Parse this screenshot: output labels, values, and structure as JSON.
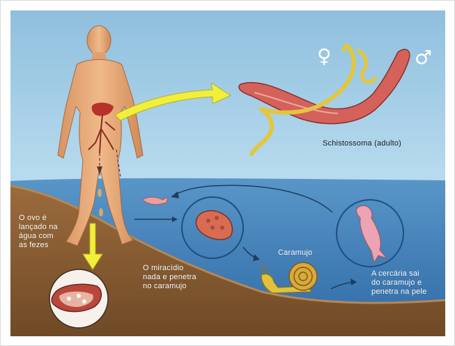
{
  "diagram": {
    "labels": {
      "adult": "Schistossoma",
      "adult_suffix": " (adulto)",
      "egg": "O ovo é\nlançado na\nágua com\nas fezes",
      "miracidium": "O miracídio\nnada e penetra\nno caramujo",
      "snail": "Caramujo",
      "cercaria": "A cercária sai\ndo caramujo e\npenetra na pele"
    },
    "symbols": {
      "female": "♀",
      "male": "♂"
    },
    "icons": [
      "female-symbol-icon",
      "male-symbol-icon",
      "arrow-icon",
      "snail-icon",
      "worm-icon",
      "egg-icon"
    ],
    "colors": {
      "sky": "#9cc8e4",
      "water": "#3d7fb9",
      "ground": "#8a5e33",
      "body": "#e7a874",
      "worm_male": "#d4625a",
      "worm_female": "#e4c63a",
      "arrow_yellow": "#f1ef3a"
    }
  }
}
